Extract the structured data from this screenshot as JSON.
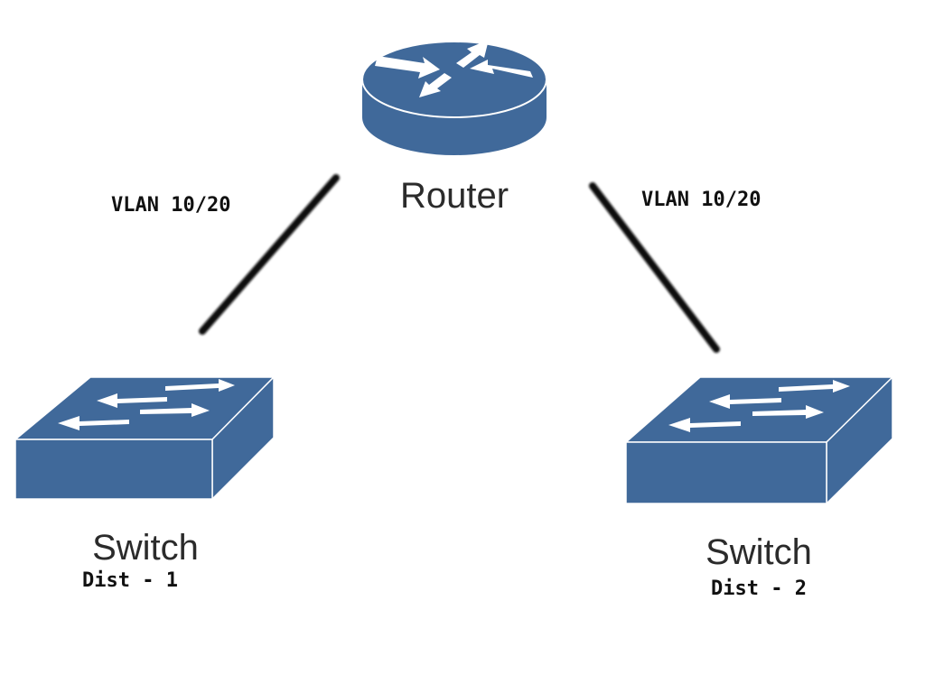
{
  "colors": {
    "device_fill": "#40699a",
    "device_edge": "#ffffff",
    "link_stroke": "#0d0d0d",
    "arrow_fill": "#ffffff"
  },
  "router": {
    "label": "Router",
    "icon": "router-icon"
  },
  "switches": [
    {
      "label": "Switch",
      "sublabel": "Dist - 1",
      "icon": "switch-icon"
    },
    {
      "label": "Switch",
      "sublabel": "Dist - 2",
      "icon": "switch-icon"
    }
  ],
  "links": [
    {
      "from": "Router",
      "to": "Dist - 1",
      "label": "VLAN 10/20"
    },
    {
      "from": "Router",
      "to": "Dist - 2",
      "label": "VLAN 10/20"
    }
  ]
}
